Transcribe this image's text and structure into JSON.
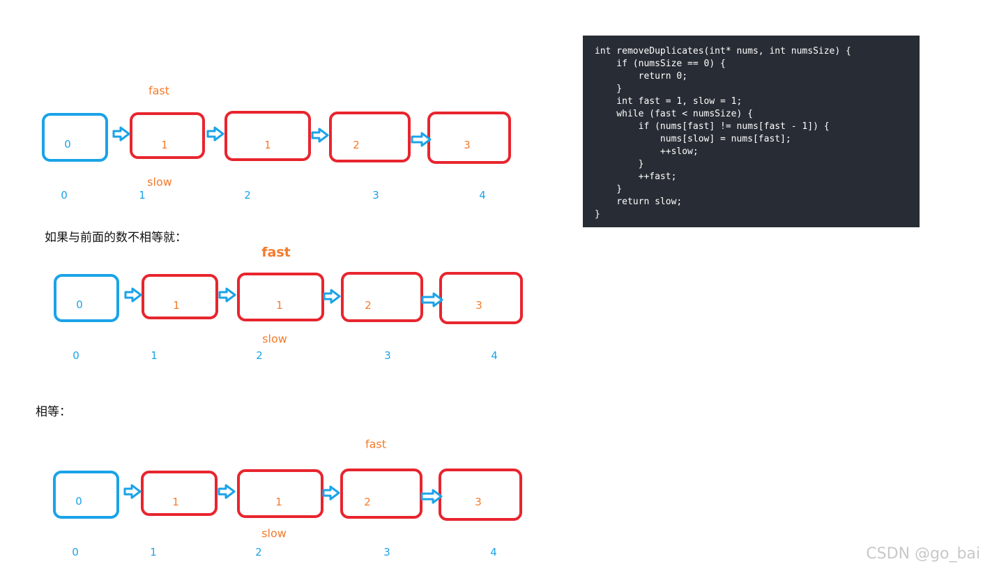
{
  "captions": {
    "not_equal": "如果与前面的数不相等就：",
    "equal": "相等："
  },
  "diagrams": [
    {
      "values": [
        "0",
        "1",
        "1",
        "2",
        "3"
      ],
      "indices": [
        "0",
        "1",
        "2",
        "3",
        "4"
      ],
      "fast_label": "fast",
      "slow_label": "slow"
    },
    {
      "values": [
        "0",
        "1",
        "1",
        "2",
        "3"
      ],
      "indices": [
        "0",
        "1",
        "2",
        "3",
        "4"
      ],
      "fast_label": "fast",
      "slow_label": "slow"
    },
    {
      "values": [
        "0",
        "1",
        "1",
        "2",
        "3"
      ],
      "indices": [
        "0",
        "1",
        "2",
        "3",
        "4"
      ],
      "fast_label": "fast",
      "slow_label": "slow"
    }
  ],
  "code_lines": [
    "int removeDuplicates(int* nums, int numsSize) {",
    "    if (numsSize == 0) {",
    "        return 0;",
    "    }",
    "    int fast = 1, slow = 1;",
    "    while (fast < numsSize) {",
    "        if (nums[fast] != nums[fast - 1]) {",
    "            nums[slow] = nums[fast];",
    "            ++slow;",
    "        }",
    "        ++fast;",
    "    }",
    "    return slow;",
    "}"
  ],
  "watermark": "CSDN @go_bai",
  "colors": {
    "blue": "#1aa3e8",
    "red": "#e8252e",
    "orange": "#f47a2a",
    "code_bg": "#282c34"
  }
}
